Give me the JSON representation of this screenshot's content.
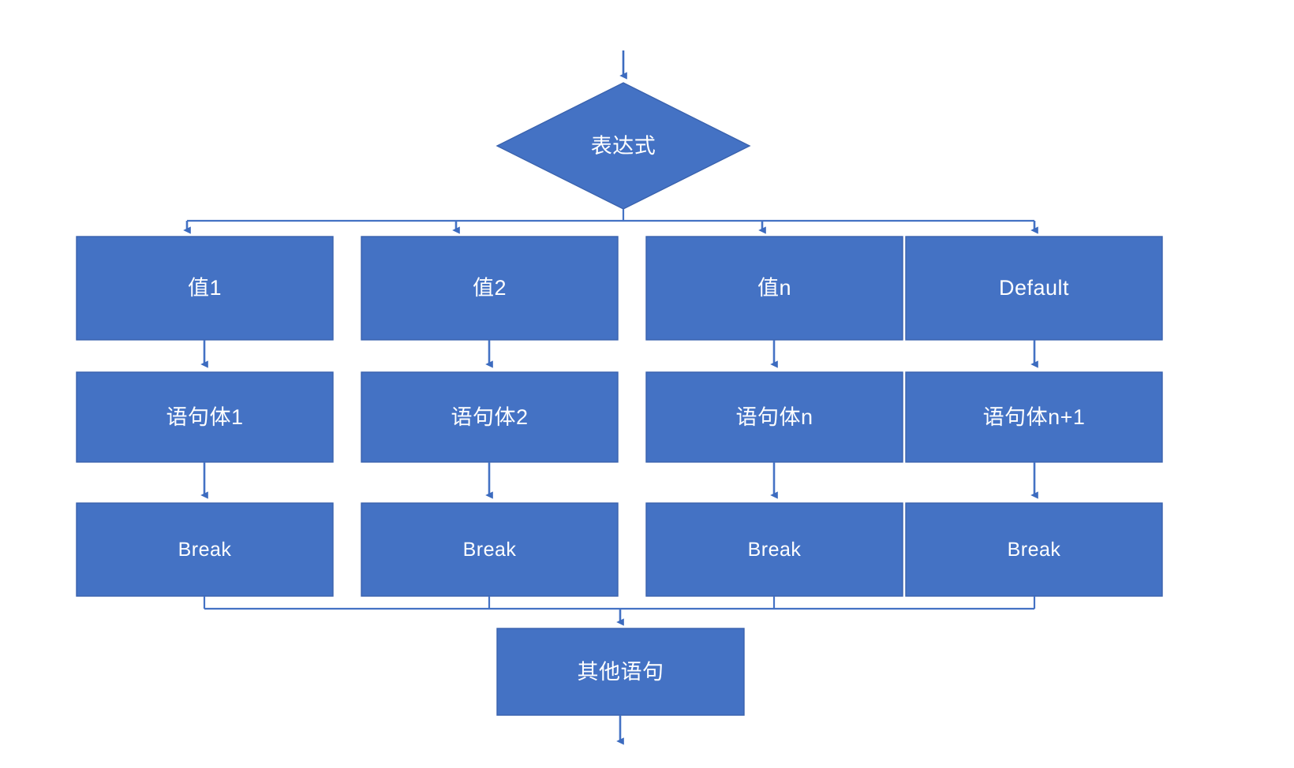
{
  "diagram": {
    "title": "switch-statement-flowchart",
    "colors": {
      "node_fill": "#4472C4",
      "node_stroke": "#3A62AE",
      "connector": "#4472C4",
      "label_text": "#FFFFFF",
      "background": "#FFFFFF"
    },
    "entry_arrow": {
      "name": "entry-arrow"
    },
    "decision": {
      "label": "表达式",
      "shape": "diamond"
    },
    "branch_columns": [
      {
        "case_label": "值1",
        "body_label": "语句体1",
        "break_label": "Break"
      },
      {
        "case_label": "值2",
        "body_label": "语句体2",
        "break_label": "Break"
      },
      {
        "case_label": "值n",
        "body_label": "语句体n",
        "break_label": "Break"
      },
      {
        "case_label": "Default",
        "body_label": "语句体n+1",
        "break_label": "Break"
      }
    ],
    "exit_node": {
      "label": "其他语句",
      "shape": "rect"
    },
    "exit_arrow": {
      "name": "exit-arrow"
    }
  }
}
